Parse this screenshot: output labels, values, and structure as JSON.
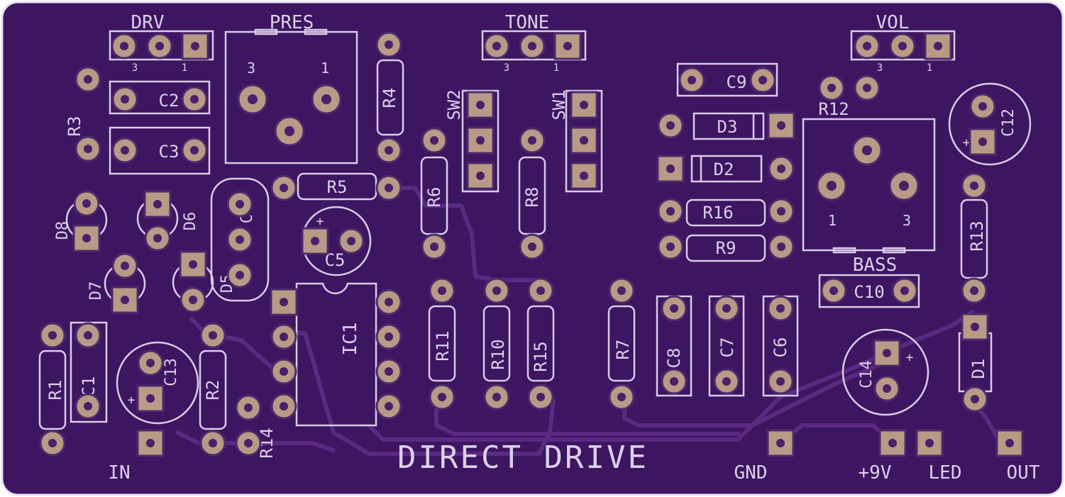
{
  "board": {
    "title": "DIRECT DRIVE",
    "colors": {
      "board": "#3d1560",
      "silkscreen": "#d8cce8",
      "pad": "#b89a86",
      "trace": "#5a2a82"
    }
  },
  "potentiometers": [
    {
      "label": "PRES",
      "pin_left": "3",
      "pin_right": "1"
    },
    {
      "label": "BASS",
      "pin_left": "1",
      "pin_right": "3"
    }
  ],
  "headers": [
    {
      "label": "DRV",
      "pin_left": "3",
      "pin_right": "1"
    },
    {
      "label": "TONE",
      "pin_left": "3",
      "pin_right": "1"
    },
    {
      "label": "VOL",
      "pin_left": "3",
      "pin_right": "1"
    }
  ],
  "switches": [
    "SW2",
    "SW1"
  ],
  "resistors": [
    "R1",
    "R2",
    "R3",
    "R4",
    "R5",
    "R6",
    "R7",
    "R8",
    "R9",
    "R10",
    "R11",
    "R12",
    "R13",
    "R14",
    "R15",
    "R16"
  ],
  "capacitors": [
    "C1",
    "C2",
    "C3",
    "C4",
    "C5",
    "C6",
    "C7",
    "C8",
    "C9",
    "C10",
    "C12",
    "C13",
    "C14"
  ],
  "diodes": [
    "D1",
    "D2",
    "D3",
    "D5",
    "D6",
    "D7",
    "D8"
  ],
  "ic": "IC1",
  "connectors": [
    "IN",
    "GND",
    "+9V",
    "LED",
    "OUT"
  ]
}
